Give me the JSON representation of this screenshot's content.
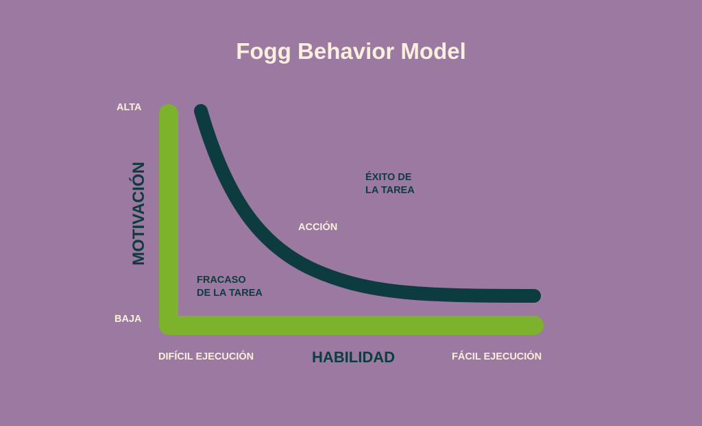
{
  "title": "Fogg Behavior Model",
  "y_axis": {
    "label": "MOTIVACIÓN",
    "high": "ALTA",
    "low": "BAJA"
  },
  "x_axis": {
    "label": "HABILIDAD",
    "low": "DIFÍCIL EJECUCIÓN",
    "high": "FÁCIL EJECUCIÓN"
  },
  "regions": {
    "success_1": "ÉXITO DE",
    "success_2": "LA TAREA",
    "curve": "ACCIÓN",
    "failure_1": "FRACASO",
    "failure_2": "DE LA TAREA"
  },
  "colors": {
    "background": "#9b79a0",
    "axis": "#7db32a",
    "curve": "#0d3c40",
    "text_light": "#fcefdc"
  }
}
